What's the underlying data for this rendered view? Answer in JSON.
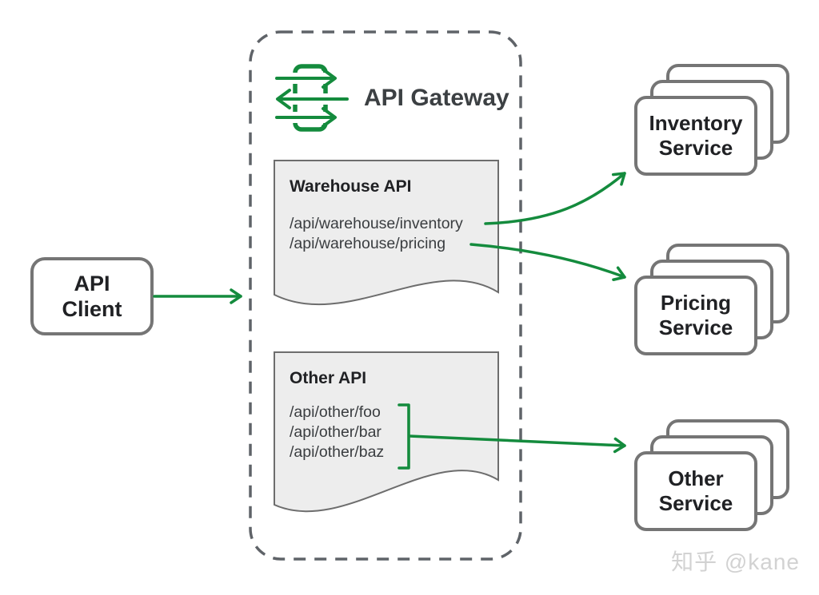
{
  "client": {
    "label": "API Client"
  },
  "gateway": {
    "title": "API Gateway",
    "icon": "api-gateway-bidirectional-arrows-icon",
    "apis": [
      {
        "title": "Warehouse API",
        "routes": [
          "/api/warehouse/inventory",
          "/api/warehouse/pricing"
        ]
      },
      {
        "title": "Other API",
        "routes": [
          "/api/other/foo",
          "/api/other/bar",
          "/api/other/baz"
        ]
      }
    ]
  },
  "services": [
    {
      "label": "Inventory Service"
    },
    {
      "label": "Pricing Service"
    },
    {
      "label": "Other Service"
    }
  ],
  "watermark": "知乎 @kane",
  "colors": {
    "green": "#148b3d",
    "border-gray": "#757575",
    "doc-fill": "#ededed",
    "doc-stroke": "#6d6d6d",
    "dash-gray": "#5f6368",
    "text-dark": "#202124",
    "text-mid": "#3a3d40",
    "watermark-gray": "#d2d2d2"
  }
}
